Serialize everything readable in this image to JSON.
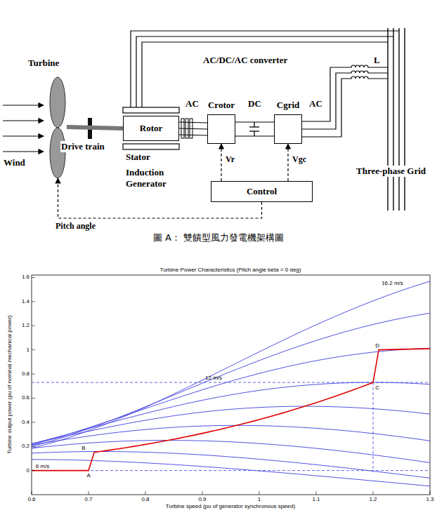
{
  "diagram": {
    "caption": "圖 A： 雙饋型風力發電機架構圖",
    "nodes": [
      {
        "text": [
          "Turbine"
        ]
      },
      {
        "text": [
          "Rotor"
        ]
      },
      {
        "text": [
          "Crotor"
        ]
      },
      {
        "text": [
          "Cgrid"
        ]
      },
      {
        "text": [
          "Control"
        ]
      }
    ],
    "edges": [
      {
        "from": 0,
        "to": 1,
        "arrow": "none"
      },
      {
        "from": 1,
        "to": 2,
        "arrow": "none"
      },
      {
        "from": 2,
        "to": 3,
        "arrow": "none"
      },
      {
        "from": 4,
        "to": 2,
        "label": "Vr",
        "arrow": "to"
      },
      {
        "from": 4,
        "to": 3,
        "label": "Vgc",
        "arrow": "to"
      },
      {
        "from": 4,
        "to": 0,
        "label": "Pitch angle",
        "arrow": "to"
      }
    ],
    "labels": [
      "Wind",
      "Drive train",
      "Stator",
      "Induction Generator",
      "AC/DC/AC converter",
      "AC",
      "DC",
      "AC",
      "L",
      "Three-phase Grid",
      "Turbine Power Characteristics (Pitch angle beta = 0 deg)",
      "Turbine speed (pu of generator synchronous speed)",
      "Turbine output power (pu of nominal mechanical power)",
      "0.6",
      "0.7",
      "0.8",
      "0.9",
      "1",
      "1.1",
      "1.2",
      "1.3",
      "0",
      "0.2",
      "0.4",
      "0.6",
      "0.8",
      "1",
      "1.2",
      "1.4",
      "1.6",
      "16.2 m/s",
      "12 m/s",
      "6 m/s",
      "A",
      "B",
      "C",
      "D"
    ]
  }
}
